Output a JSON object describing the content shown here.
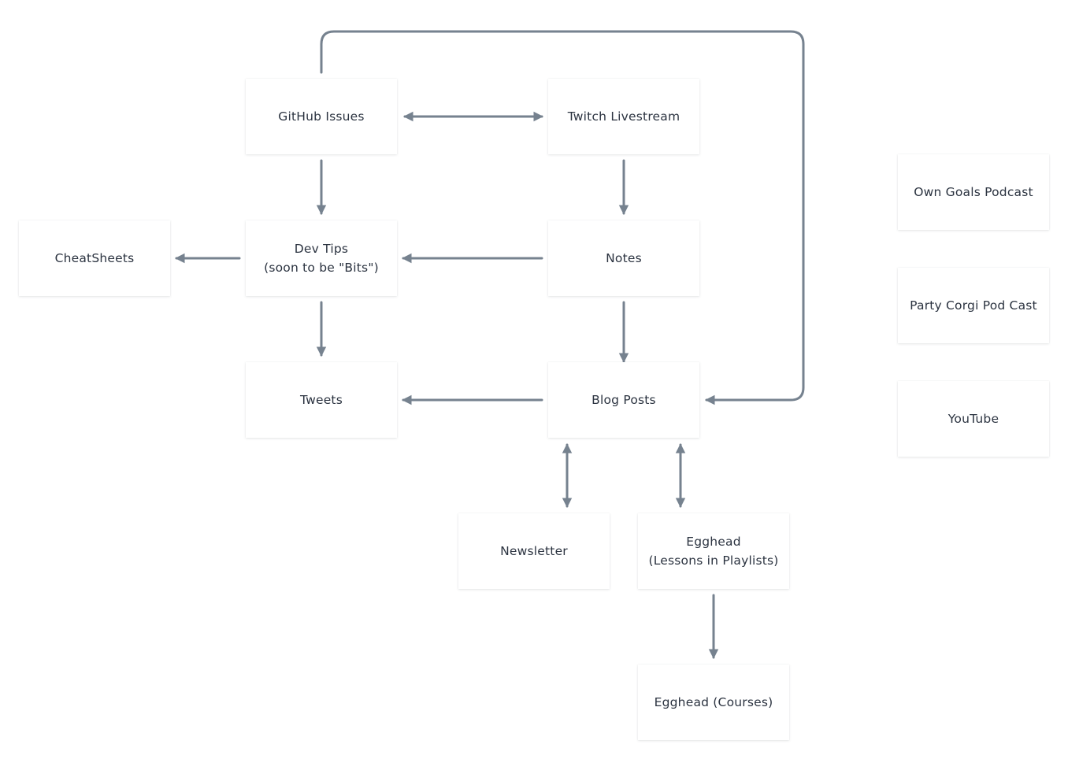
{
  "colors": {
    "edge": "#76828f",
    "node_text": "#2b3340",
    "node_bg": "#ffffff"
  },
  "nodes": {
    "github_issues": "GitHub Issues",
    "twitch_livestream": "Twitch Livestream",
    "dev_tips": "Dev Tips\n(soon to be \"Bits\")",
    "notes": "Notes",
    "cheatsheets": "CheatSheets",
    "tweets": "Tweets",
    "blog_posts": "Blog Posts",
    "newsletter": "Newsletter",
    "egghead_lessons": "Egghead\n(Lessons in Playlists)",
    "egghead_courses": "Egghead (Courses)",
    "own_goals_podcast": "Own Goals Podcast",
    "party_corgi_podcast": "Party Corgi Pod Cast",
    "youtube": "YouTube"
  },
  "edges": [
    {
      "from": "github_issues",
      "to": "twitch_livestream",
      "bidirectional": true
    },
    {
      "from": "github_issues",
      "to": "dev_tips",
      "bidirectional": false
    },
    {
      "from": "twitch_livestream",
      "to": "notes",
      "bidirectional": false
    },
    {
      "from": "notes",
      "to": "dev_tips",
      "bidirectional": false
    },
    {
      "from": "dev_tips",
      "to": "cheatsheets",
      "bidirectional": false
    },
    {
      "from": "dev_tips",
      "to": "tweets",
      "bidirectional": false
    },
    {
      "from": "notes",
      "to": "blog_posts",
      "bidirectional": false
    },
    {
      "from": "blog_posts",
      "to": "tweets",
      "bidirectional": false
    },
    {
      "from": "github_issues",
      "to": "blog_posts",
      "bidirectional": false
    },
    {
      "from": "blog_posts",
      "to": "newsletter",
      "bidirectional": true
    },
    {
      "from": "blog_posts",
      "to": "egghead_lessons",
      "bidirectional": true
    },
    {
      "from": "egghead_lessons",
      "to": "egghead_courses",
      "bidirectional": false
    }
  ]
}
